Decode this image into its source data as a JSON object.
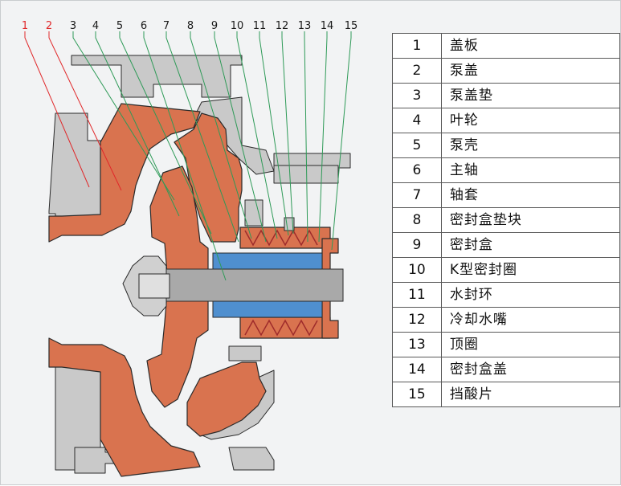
{
  "callouts": [
    {
      "num": "1",
      "color": "#e0282a"
    },
    {
      "num": "2",
      "color": "#e0282a"
    },
    {
      "num": "3",
      "color": "#1a1a1a"
    },
    {
      "num": "4",
      "color": "#1a1a1a"
    },
    {
      "num": "5",
      "color": "#1a1a1a"
    },
    {
      "num": "6",
      "color": "#1a1a1a"
    },
    {
      "num": "7",
      "color": "#1a1a1a"
    },
    {
      "num": "8",
      "color": "#1a1a1a"
    },
    {
      "num": "9",
      "color": "#1a1a1a"
    },
    {
      "num": "10",
      "color": "#1a1a1a"
    },
    {
      "num": "11",
      "color": "#1a1a1a"
    },
    {
      "num": "12",
      "color": "#1a1a1a"
    },
    {
      "num": "13",
      "color": "#1a1a1a"
    },
    {
      "num": "14",
      "color": "#1a1a1a"
    },
    {
      "num": "15",
      "color": "#1a1a1a"
    }
  ],
  "parts": [
    {
      "num": "1",
      "name": "盖板"
    },
    {
      "num": "2",
      "name": "泵盖"
    },
    {
      "num": "3",
      "name": "泵盖垫"
    },
    {
      "num": "4",
      "name": "叶轮"
    },
    {
      "num": "5",
      "name": "泵壳"
    },
    {
      "num": "6",
      "name": "主轴"
    },
    {
      "num": "7",
      "name": "轴套"
    },
    {
      "num": "8",
      "name": "密封盒垫块"
    },
    {
      "num": "9",
      "name": "密封盒"
    },
    {
      "num": "10",
      "name": "K型密封圈"
    },
    {
      "num": "11",
      "name": "水封环"
    },
    {
      "num": "12",
      "name": "冷却水嘴"
    },
    {
      "num": "13",
      "name": "顶圈"
    },
    {
      "num": "14",
      "name": "密封盒盖"
    },
    {
      "num": "15",
      "name": "挡酸片"
    }
  ],
  "colors": {
    "lining": "#d9734f",
    "metal": "#c9c9c9",
    "shaft_sleeve": "#4f8fcf",
    "shaft": "#a9a9a9",
    "leader_red": "#e0282a",
    "leader_green": "#2e9a57",
    "outline": "#2a2a2a",
    "background": "#f2f3f4"
  }
}
